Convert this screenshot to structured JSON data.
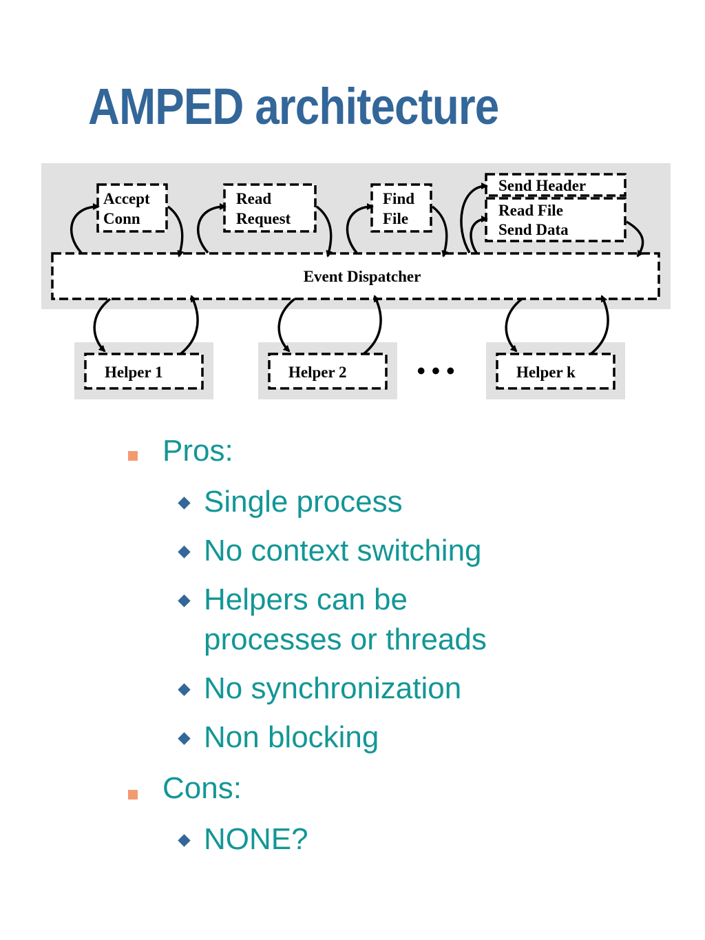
{
  "slide": {
    "title": "AMPED architecture"
  },
  "diagram": {
    "stages": [
      "Accept",
      "Conn",
      "Read",
      "Request",
      "Find",
      "File",
      "Send Header",
      "Read File",
      "Send Data"
    ],
    "dispatcher": "Event Dispatcher",
    "helpers": [
      "Helper 1",
      "Helper 2",
      "Helper k"
    ],
    "ellipsis": "• • •"
  },
  "bullets": {
    "pros_label": "Pros:",
    "pros": [
      "Single process",
      "No context switching",
      "Helpers can be",
      "processes or threads",
      "No synchronization",
      "Non blocking"
    ],
    "cons_label": "Cons:",
    "cons": [
      "NONE?"
    ]
  },
  "colors": {
    "title": "#336699",
    "text": "#139696",
    "square_bullet": "#f39a6f",
    "diamond_bullet": "#336699",
    "panel": "#e1e1e1"
  }
}
